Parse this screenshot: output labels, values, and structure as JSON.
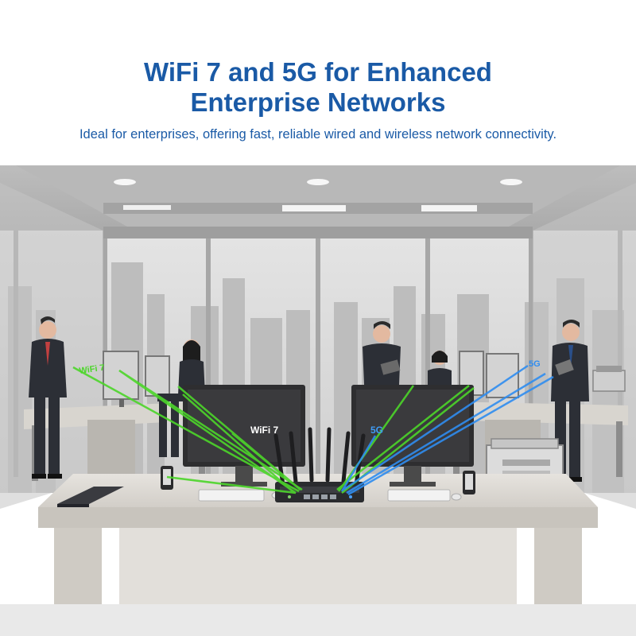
{
  "header": {
    "title_line1": "WiFi 7 and 5G for Enhanced",
    "title_line2": "Enterprise Networks",
    "subtitle": "Ideal for enterprises, offering fast, reliable wired and wireless network connectivity."
  },
  "illustration": {
    "labels": {
      "wifi_left": "WiFi 7",
      "wifi_center": "WiFi 7",
      "fiveg_center": "5G",
      "fiveg_right": "5G"
    },
    "colors": {
      "title": "#1a5aa6",
      "wifi_beam": "#4cd62a",
      "fiveg_beam": "#2f8df0",
      "sky": "#d9d9d9",
      "desk": "#d7d3cd"
    },
    "icons": [
      "router-icon",
      "monitor-icon",
      "smartphone-icon",
      "tablet-icon",
      "printer-icon",
      "laptop-icon",
      "keyboard-icon",
      "mouse-icon",
      "person-icon"
    ]
  }
}
